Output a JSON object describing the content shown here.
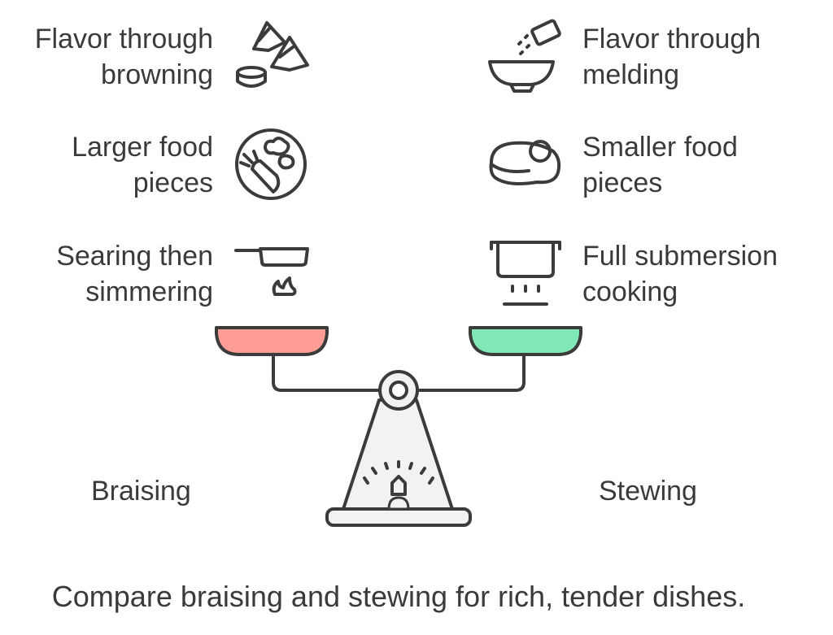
{
  "braising": {
    "name": "Braising",
    "color": "#FF9D95",
    "features": [
      {
        "line1": "Flavor through",
        "line2": "browning",
        "icon": "cheese-wedges-icon"
      },
      {
        "line1": "Larger food",
        "line2": "pieces",
        "icon": "vegetable-plate-icon"
      },
      {
        "line1": "Searing then",
        "line2": "simmering",
        "icon": "pan-flame-icon"
      }
    ]
  },
  "stewing": {
    "name": "Stewing",
    "color": "#7FE8B6",
    "features": [
      {
        "line1": "Flavor through",
        "line2": "melding",
        "icon": "seasoning-bowl-icon"
      },
      {
        "line1": "Smaller food",
        "line2": "pieces",
        "icon": "meat-cut-icon"
      },
      {
        "line1": "Full submersion",
        "line2": "cooking",
        "icon": "pot-steam-icon"
      }
    ]
  },
  "caption": "Compare braising and stewing for rich, tender dishes."
}
